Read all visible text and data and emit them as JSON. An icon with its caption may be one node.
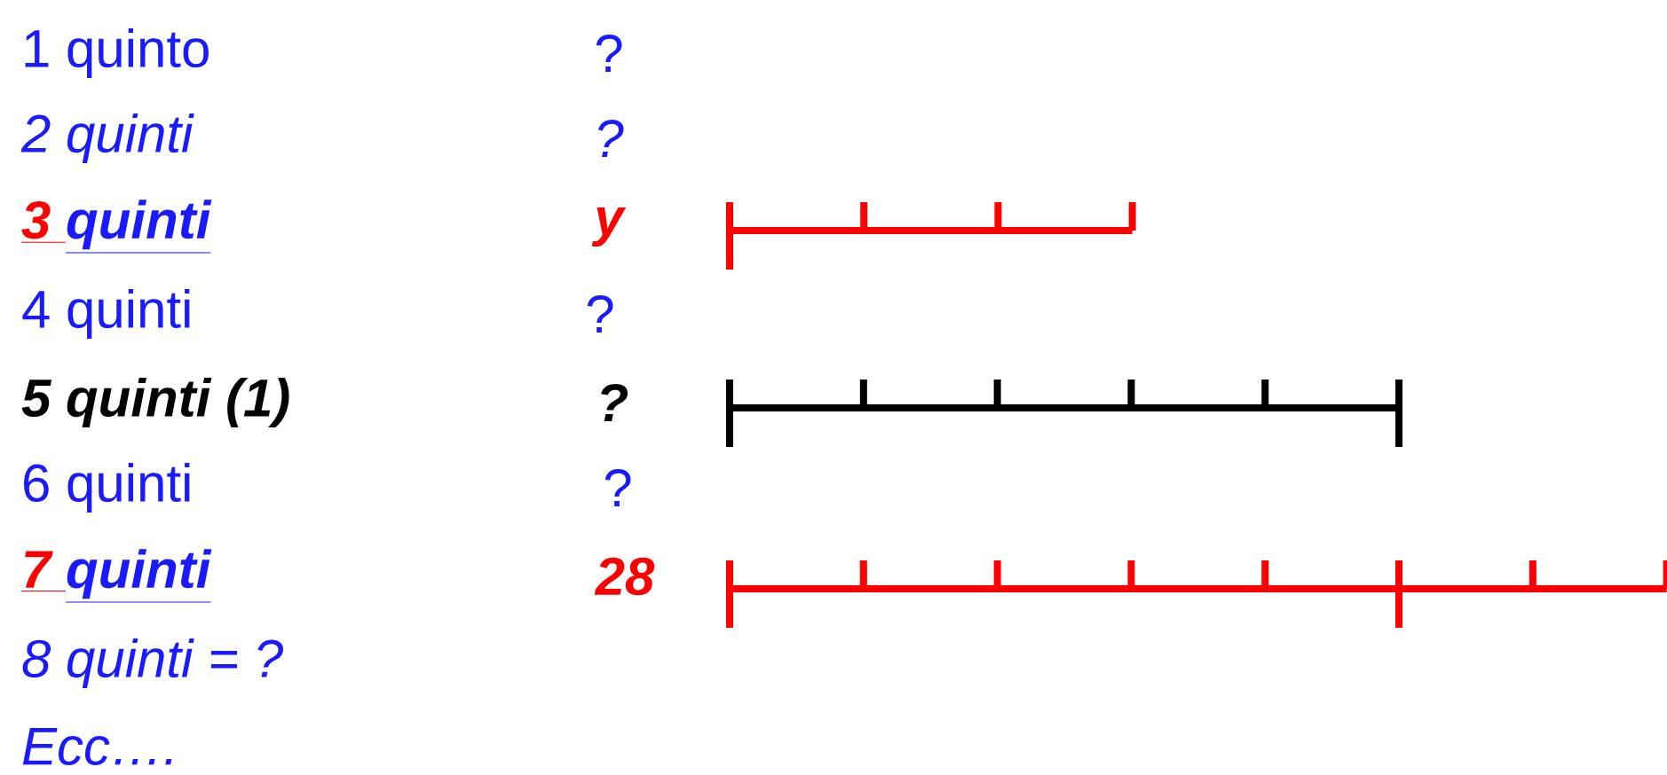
{
  "diagram": {
    "labels": [
      "1 quinto",
      "?",
      "2 quinti",
      "?",
      "3",
      "quinti",
      "y",
      "4 quinti",
      "?",
      "5 quinti (1)",
      "?",
      "6 quinti",
      "?",
      "7",
      "quinti",
      "28",
      "8 quinti  = ?",
      "Ecc…."
    ]
  }
}
